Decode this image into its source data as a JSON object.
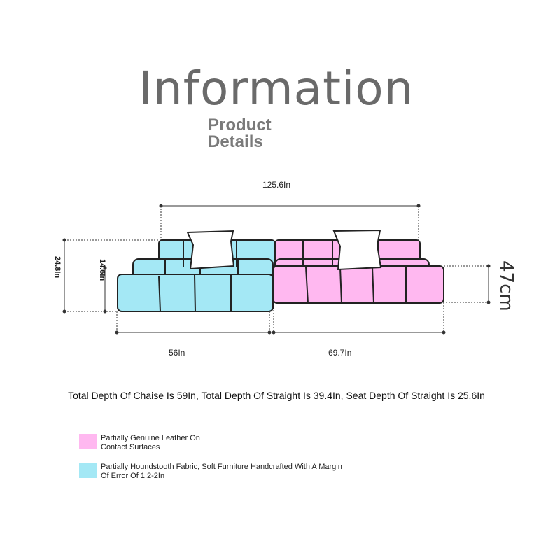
{
  "header": {
    "title": "Information",
    "subtitle_line1": "Product",
    "subtitle_line2": "Details"
  },
  "dimensions": {
    "total_width": "125.6In",
    "left_height": "24.8In",
    "seat_height": "14.6In",
    "right_height": "47cm",
    "left_width": "56In",
    "right_width": "69.7In"
  },
  "depth_note": "Total Depth Of Chaise Is 59In, Total Depth Of Straight Is 39.4In, Seat Depth Of Straight Is 25.6In",
  "legend": [
    {
      "color": "#ffb8f0",
      "label": "Partially Genuine Leather On Contact Surfaces"
    },
    {
      "color": "#a4e8f5",
      "label": "Partially Houndstooth Fabric, Soft Furniture Handcrafted With A Margin Of Error Of 1.2-2In"
    }
  ],
  "colors": {
    "pink": "#ffb8f0",
    "cyan": "#a4e8f5"
  }
}
